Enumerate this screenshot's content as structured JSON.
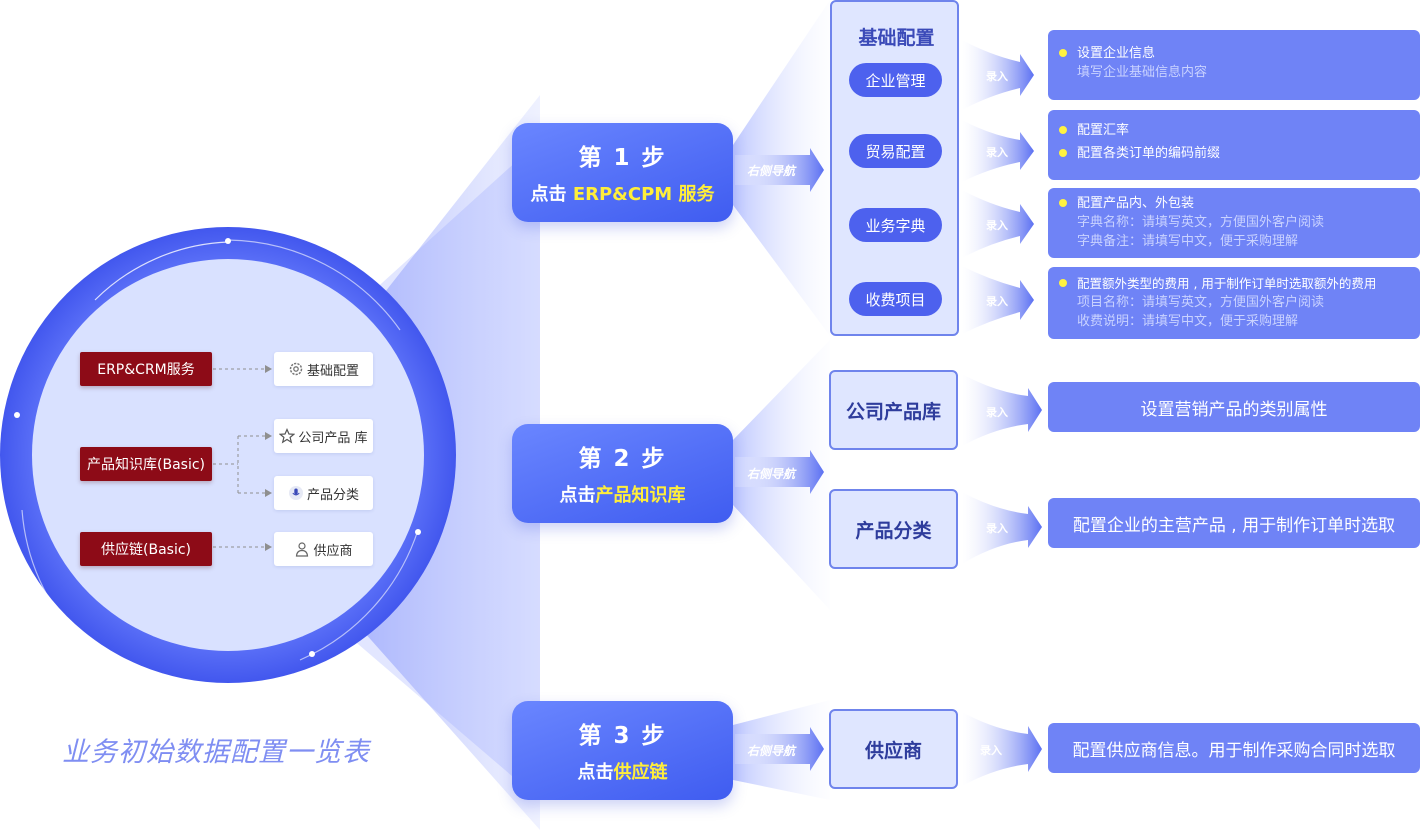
{
  "left": {
    "modules": [
      {
        "label": "ERP&CRM服务",
        "items": [
          {
            "label": "基础配置",
            "icon": "gear-icon"
          }
        ]
      },
      {
        "label": "产品知识库(Basic)",
        "items": [
          {
            "label": "公司产品 库",
            "icon": "star-icon"
          },
          {
            "label": "产品分类",
            "icon": "mic-icon"
          }
        ]
      },
      {
        "label": "供应链(Basic)",
        "items": [
          {
            "label": "供应商",
            "icon": "user-icon"
          }
        ]
      }
    ],
    "caption": "业务初始数据配置一览表"
  },
  "steps": [
    {
      "title": "第 1 步",
      "prefix": "点击 ",
      "highlight": "ERP&CPM 服务",
      "nav": "右侧导航"
    },
    {
      "title": "第 2 步",
      "prefix": "点击",
      "highlight": "产品知识库",
      "nav": "右侧导航"
    },
    {
      "title": "第 3 步",
      "prefix": "点击",
      "highlight": "供应链",
      "nav": "右侧导航"
    }
  ],
  "config": {
    "title": "基础配置",
    "items": [
      "企业管理",
      "贸易配置",
      "业务字典",
      "收费项目"
    ]
  },
  "entry_label": "录入",
  "product": {
    "items": [
      "公司产品库",
      "产品分类"
    ]
  },
  "supply": {
    "items": [
      "供应商"
    ]
  },
  "details": {
    "enterprise": {
      "bullets": [
        "设置企业信息"
      ],
      "subs": [
        "填写企业基础信息内容"
      ]
    },
    "trade": {
      "bullets": [
        "配置汇率",
        "配置各类订单的编码前缀"
      ]
    },
    "dict": {
      "bullets": [
        "配置产品内、外包装"
      ],
      "subs": [
        "字典名称：请填写英文，方便国外客户阅读",
        "字典备注：请填写中文，便于采购理解"
      ]
    },
    "fee": {
      "bullets": [
        "配置额外类型的费用 , 用于制作订单时选取额外的费用"
      ],
      "subs": [
        "项目名称：请填写英文，方便国外客户阅读",
        "收费说明：请填写中文，便于采购理解"
      ]
    },
    "product_lib": "设置营销产品的类别属性",
    "product_cat": "配置企业的主营产品 , 用于制作订单时选取",
    "supplier": "配置供应商信息。用于制作采购合同时选取"
  },
  "colors": {
    "primary": "#4d61ee",
    "module_red": "#8d0b17",
    "highlight": "#ffee3a",
    "card": "#6f83f6"
  }
}
